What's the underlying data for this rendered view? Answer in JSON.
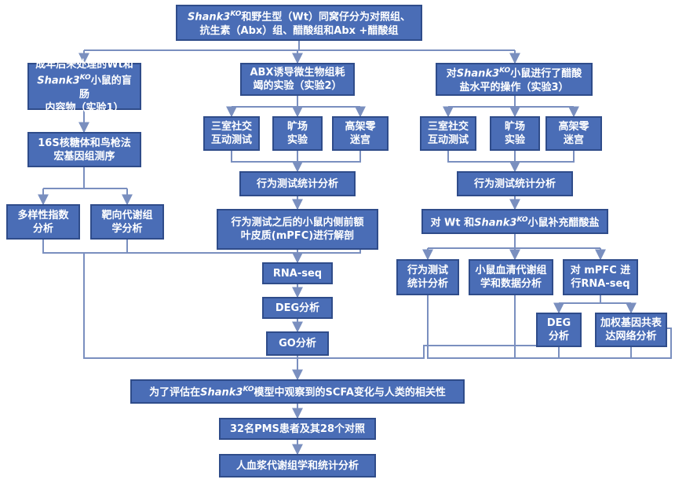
{
  "title_box": {
    "line1_pre": "Shank3",
    "line1_sup": "KO",
    "line1_post": "和野生型（Wt）同窝仔分为对照组、",
    "line2": "抗生素（Abx）组、醋酸组和Abx +醋酸组"
  },
  "left": {
    "exp1_line1": "成年后未处理的Wt和",
    "exp1_line2_pre": "Shank3",
    "exp1_line2_sup": "KO",
    "exp1_line2_post": "小鼠的盲肠",
    "exp1_line3": "内容物（实验1）",
    "seq_line1": "16S核糖体和鸟枪法",
    "seq_line2": "宏基因组测序",
    "div_line1": "多样性指数",
    "div_line2": "分析",
    "tgt_line1": "靶向代谢组",
    "tgt_line2": "学分析"
  },
  "middle": {
    "exp2_line1": "ABX诱导微生物组耗",
    "exp2_line2": "竭的实验（实验2）",
    "social_line1": "三室社交",
    "social_line2": "互动测试",
    "openfield_line1": "旷场",
    "openfield_line2": "实验",
    "maze_line1": "高架零",
    "maze_line2": "迷宫",
    "behavior_stats": "行为测试统计分析",
    "mpfc_line1": "行为测试之后的小鼠内侧前额",
    "mpfc_line2": "叶皮质(mPFC)进行解剖",
    "rnaseq": "RNA-seq",
    "deg": "DEG分析",
    "go": "GO分析"
  },
  "right": {
    "exp3_line1_pre": "对",
    "exp3_line1_ital": "Shank3",
    "exp3_line1_sup": "KO",
    "exp3_line1_post": "小鼠进行了醋酸",
    "exp3_line2": "盐水平的操作（实验3）",
    "social_line1": "三室社交",
    "social_line2": "互动测试",
    "openfield_line1": "旷场",
    "openfield_line2": "实验",
    "maze_line1": "高架零",
    "maze_line2": "迷宫",
    "behavior_stats": "行为测试统计分析",
    "supp_pre": "对 Wt 和",
    "supp_ital": "Shank3",
    "supp_sup": "KO",
    "supp_post": "小鼠补充醋酸盐",
    "stats_line1": "行为测试",
    "stats_line2": "统计分析",
    "serum_line1": "小鼠血清代谢组",
    "serum_line2": "学和数据分析",
    "rna_line1": "对 mPFC 进",
    "rna_line2": "行RNA-seq",
    "deg_line1": "DEG",
    "deg_line2": "分析",
    "wgcna_line1": "加权基因共表",
    "wgcna_line2": "达网络分析"
  },
  "bottom": {
    "scfa_pre": "为了评估在",
    "scfa_ital": "Shank3",
    "scfa_sup": "KO",
    "scfa_post": "模型中观察到的SCFA变化与人类的相关性",
    "pms": "32名PMS患者及其28个对照",
    "plasma": "人血浆代谢组学和统计分析"
  },
  "colors": {
    "box_fill": "#4a6db6",
    "box_border": "#2f4c8a",
    "text": "#ffffff",
    "line": "#7a8fbf"
  }
}
